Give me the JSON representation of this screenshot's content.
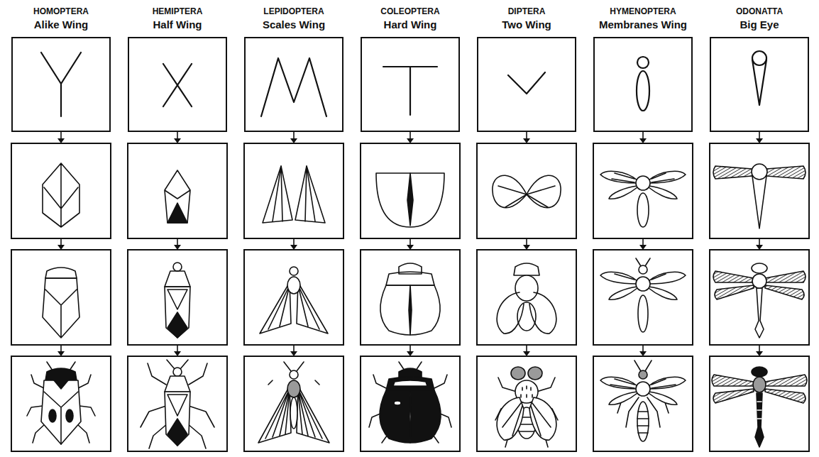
{
  "diagram": {
    "nodes": [
      {
        "text": [
          "HOMOPTERA",
          "Alike Wing"
        ]
      },
      {
        "text": [
          "HEMIPTERA",
          "Half Wing"
        ]
      },
      {
        "text": [
          "LEPIDOPTERA",
          "Scales Wing"
        ]
      },
      {
        "text": [
          "COLEOPTERA",
          "Hard Wing"
        ]
      },
      {
        "text": [
          "DIPTERA",
          "Two Wing"
        ]
      },
      {
        "text": [
          "HYMENOPTERA",
          "Membranes Wing"
        ]
      },
      {
        "text": [
          "ODONATTA",
          "Big Eye"
        ]
      }
    ]
  }
}
